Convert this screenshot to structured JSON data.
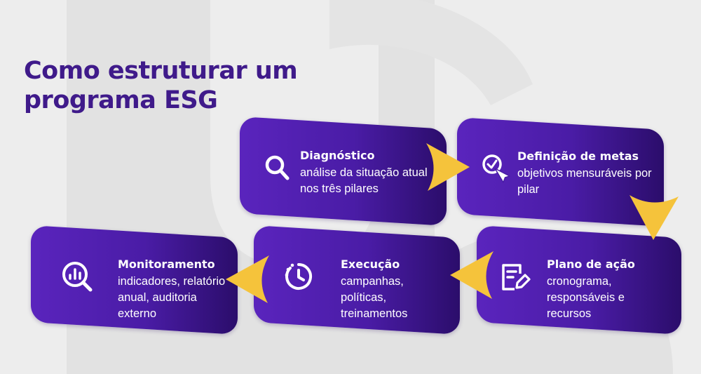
{
  "title": {
    "line1": "Como estruturar um",
    "line2": "programa ESG"
  },
  "steps": [
    {
      "heading": "Diagnóstico",
      "description": "análise da situação atual nos três pilares",
      "icon": "search-icon"
    },
    {
      "heading": "Definição de metas",
      "description": "objetivos mensuráveis por pilar",
      "icon": "target-click-icon"
    },
    {
      "heading": "Plano de ação",
      "description": "cronograma, responsáveis e recursos",
      "icon": "document-edit-icon"
    },
    {
      "heading": "Execução",
      "description": "campanhas, políticas, treinamentos",
      "icon": "clock-icon"
    },
    {
      "heading": "Monitoramento",
      "description": "indicadores, relatório anual, auditoria externo",
      "icon": "chart-magnifier-icon"
    }
  ],
  "colors": {
    "background": "#ededed",
    "title": "#3f1a8a",
    "card": "#4a1ca6",
    "arrow": "#f5c33b",
    "text": "#ffffff"
  }
}
